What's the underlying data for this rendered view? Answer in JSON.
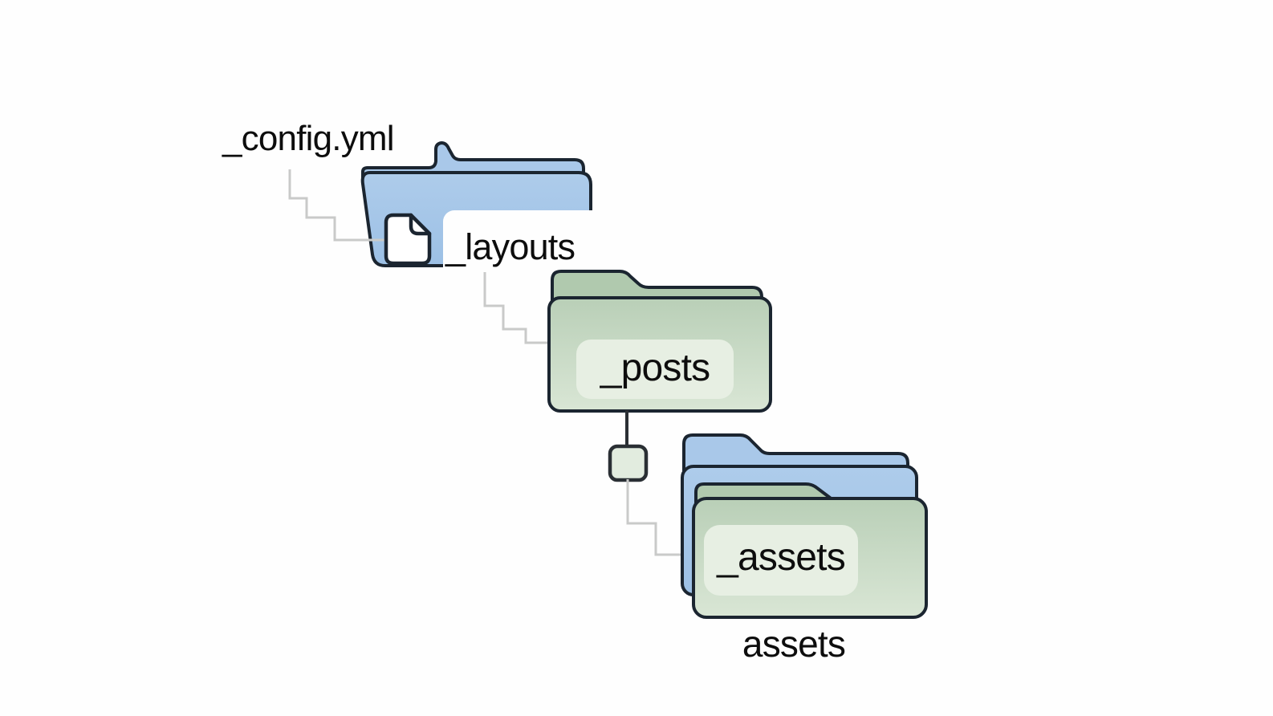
{
  "diagram": {
    "kind": "folder-structure-diagram",
    "items": [
      {
        "label": "_config.yml",
        "type": "file"
      },
      {
        "label": "_layouts",
        "type": "folder",
        "color_style": "blue"
      },
      {
        "label": "_posts",
        "type": "folder",
        "color_style": "green"
      },
      {
        "label": "_assets",
        "type": "folder",
        "color_style": "green",
        "stacked_on": "blue-folder"
      },
      {
        "label": "assets",
        "type": "folder-caption"
      }
    ],
    "edges": [
      {
        "from": "_config.yml",
        "to": "_layouts",
        "style": "stepped-gray"
      },
      {
        "from": "_layouts",
        "to": "_posts",
        "style": "stepped-gray"
      },
      {
        "from": "_posts",
        "to": "tree-node",
        "style": "straight-dark"
      },
      {
        "from": "tree-node",
        "to": "_assets",
        "style": "stepped-gray"
      }
    ]
  },
  "theme": {
    "background": "#fefefe",
    "outline": "#1b2530",
    "folder_blue_top": "#aecceb",
    "folder_blue_bottom": "#9cc0e5",
    "folder_blue_back": "#a9c8e9",
    "folder_green_top": "#b9cfb7",
    "folder_green_bottom": "#d9e6d5",
    "folder_green_tab": "#b0c9ae",
    "label_pill": "#e7efe3",
    "node_fill": "#e2ecdf",
    "connector_gray": "#c9cac9",
    "connector_dark": "#2a2f34",
    "text": "#0d0d0d"
  }
}
